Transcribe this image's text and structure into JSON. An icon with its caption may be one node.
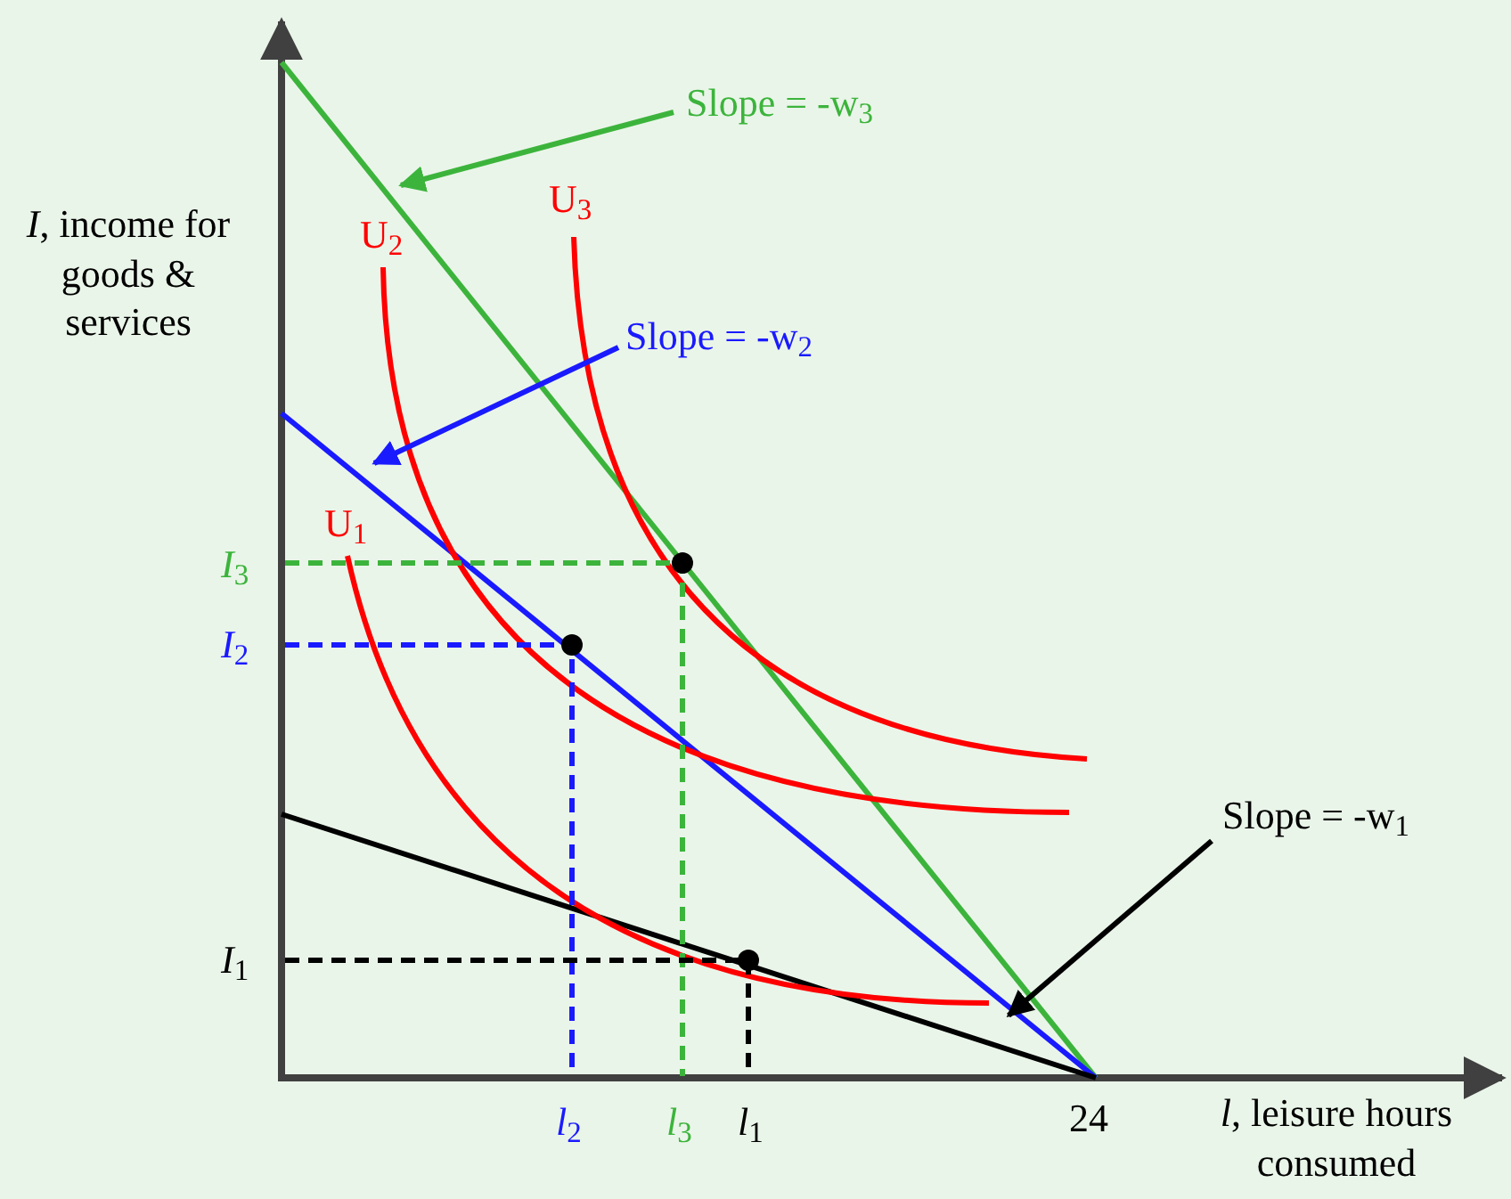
{
  "diagram": {
    "nodes": [
      {
        "text": [
          "Slope = -w$_{3}$"
        ]
      },
      {
        "text": [
          "Slope = -w$_{2}$"
        ]
      },
      {
        "text": [
          "Slope = -w$_{1}$"
        ]
      }
    ],
    "edges": [
      {
        "from": 0,
        "to": null,
        "arrow": "to",
        "color": "#3cb43c"
      },
      {
        "from": 1,
        "to": null,
        "arrow": "to",
        "color": "#1a1aff"
      },
      {
        "from": 2,
        "to": null,
        "arrow": "to",
        "color": "#000000"
      }
    ],
    "labels": [
      "U$_{3}$",
      "*I*, income for goods & services",
      "U$_{2}$",
      "U$_{1}$",
      "*I*$_{3}$",
      "*I*$_{2}$",
      "*I*$_{1}$",
      "*l*$_{2}$",
      "*l*$_{3}$",
      "*l*$_{1}$",
      "24",
      "*l*, leisure hours consumed"
    ]
  }
}
